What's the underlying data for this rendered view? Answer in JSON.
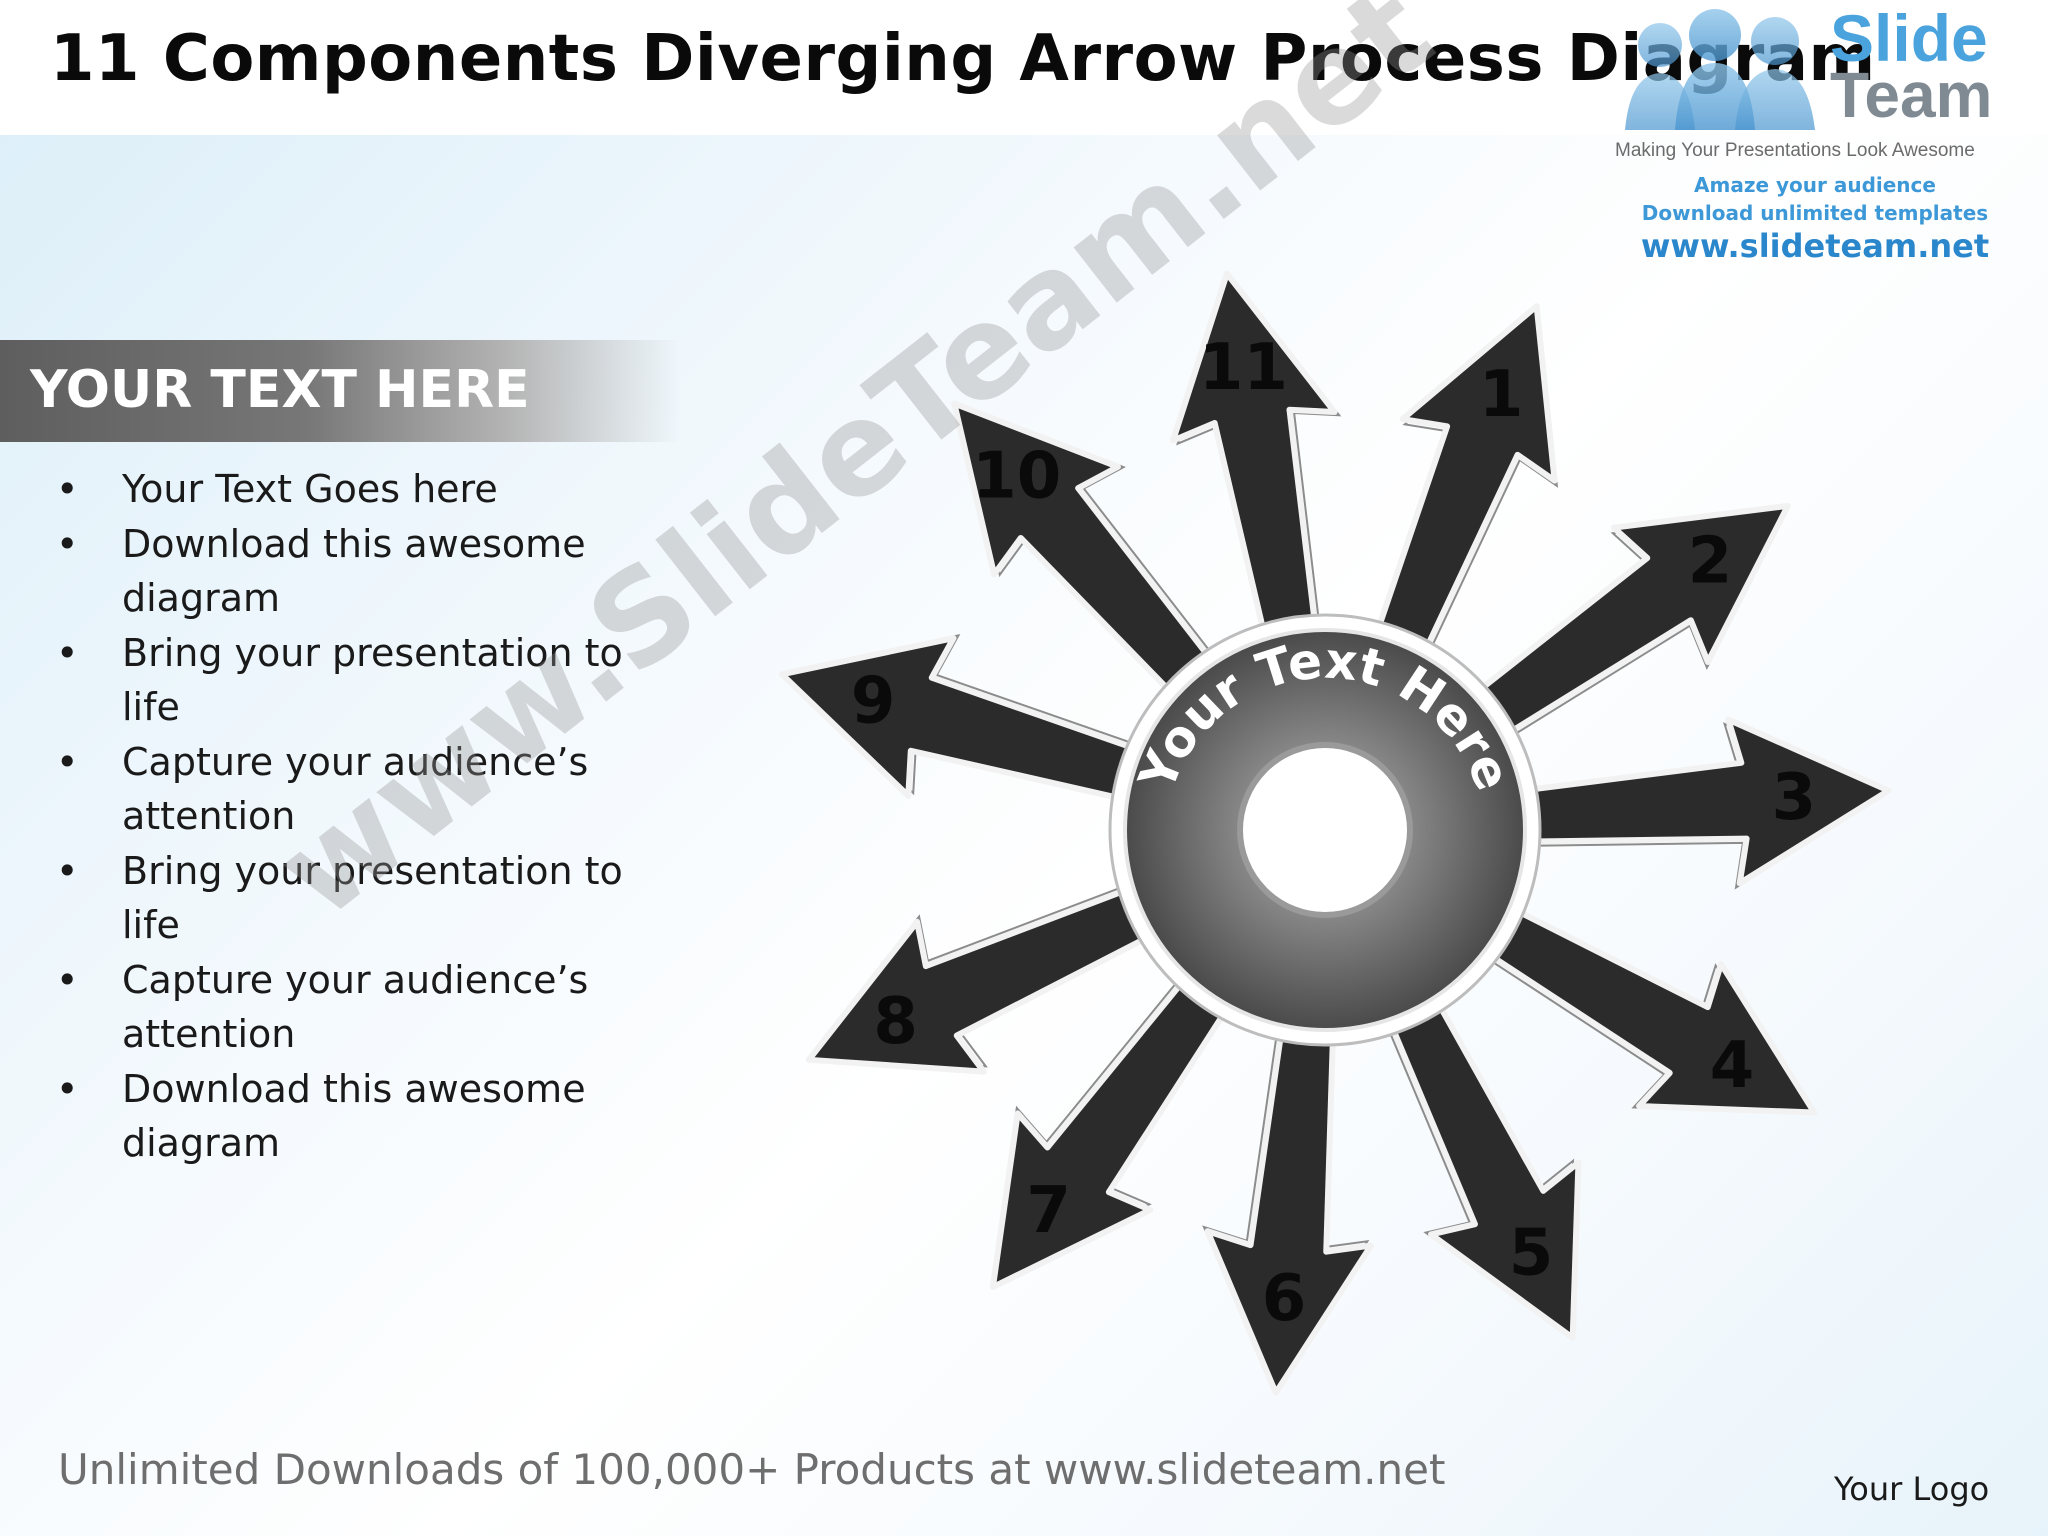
{
  "title": "11 Components Diverging Arrow Process Diagram",
  "logo": {
    "slide": "Slide",
    "team": "Team",
    "tagline": "Making Your Presentations Look Awesome",
    "amaze": "Amaze your audience",
    "download": "Download unlimited templates",
    "url": "www.slideteam.net"
  },
  "sidebar": {
    "heading": "YOUR TEXT HERE",
    "bullets": [
      "Your Text Goes here",
      "Download this awesome diagram",
      "Bring your presentation to life",
      "Capture your audience’s attention",
      "Bring your presentation to life",
      "Capture your audience’s attention",
      "Download this awesome diagram"
    ]
  },
  "diagram": {
    "center_text": "Your Text Here",
    "arrows": [
      {
        "label": "1",
        "angle": 22
      },
      {
        "label": "2",
        "angle": 55
      },
      {
        "label": "3",
        "angle": 86
      },
      {
        "label": "4",
        "angle": 120
      },
      {
        "label": "5",
        "angle": 154
      },
      {
        "label": "6",
        "angle": 185
      },
      {
        "label": "7",
        "angle": 216
      },
      {
        "label": "8",
        "angle": 246
      },
      {
        "label": "9",
        "angle": 286
      },
      {
        "label": "10",
        "angle": 319
      },
      {
        "label": "11",
        "angle": 350
      }
    ],
    "colors": {
      "dark": "#2b2b2b",
      "light": "#d8d8d8",
      "ring": "#6a6a6a"
    }
  },
  "watermark": "www.SlideTeam.net",
  "footer": "Unlimited Downloads of 100,000+ Products at www.slideteam.net",
  "your_logo": "Your Logo"
}
